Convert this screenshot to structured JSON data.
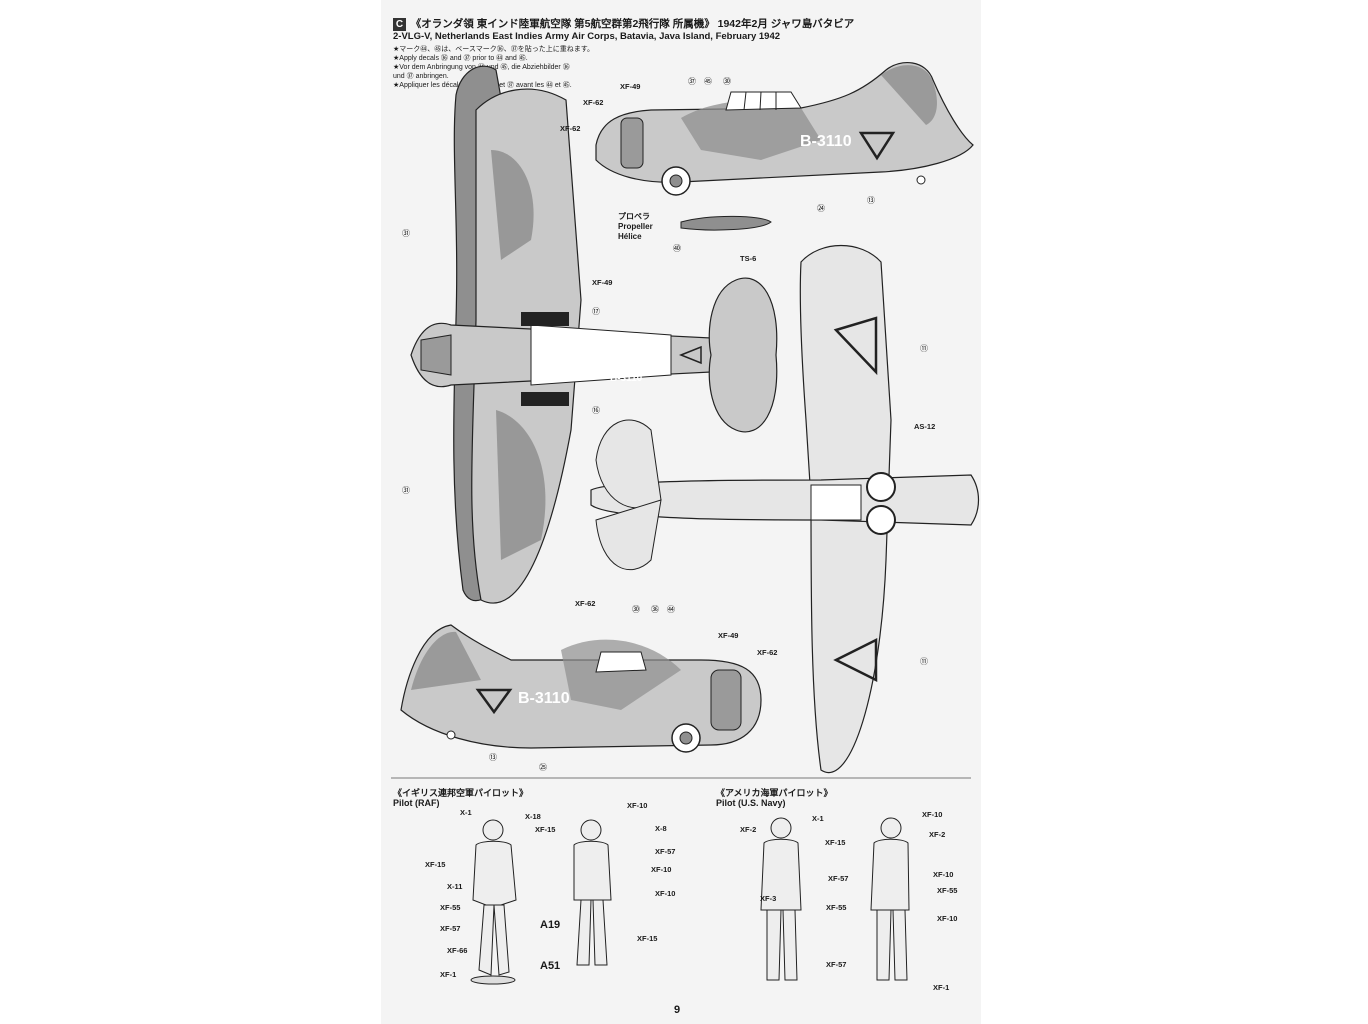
{
  "header": {
    "badge": "C",
    "title_jp": "《オランダ領 東インド陸軍航空隊 第5航空群第2飛行隊 所属機》 1942年2月 ジャワ島バタビア",
    "title_en": "2-VLG-V, Netherlands East Indies Army Air Corps, Batavia, Java Island, February 1942",
    "notes": [
      "★マーク㊹、㊺は、ベースマーク㊱、㊲を貼った上に重ねます。",
      "★Apply decals ㊱ and ㊲ prior to ㊹ and ㊺.",
      "★Vor dem Anbringung von ㊹ und ㊺, die Abziehbilder ㊱",
      "und ㊲ anbringen.",
      "★Appliquer les décalcomanies ㊱ et ㊲ avant les ㊹ et ㊺."
    ]
  },
  "aircraft": {
    "serial": "B-3110",
    "serial_mirror": "B-3110"
  },
  "propeller": {
    "jp": "プロペラ",
    "en": "Propeller",
    "fr": "Hélice",
    "color": "TS-6",
    "decal": "㊵"
  },
  "paint_callouts": {
    "top_xf49": "XF-49",
    "top_xf62a": "XF-62",
    "top_xf62b": "XF-62",
    "plan_xf49": "XF-49",
    "plan_xf62": "XF-62",
    "under_as12": "AS-12",
    "bottom_xf49": "XF-49",
    "bottom_xf62": "XF-62"
  },
  "decal_callouts": {
    "d37": "㊲",
    "d45": "㊺",
    "d30": "㉚",
    "d24": "㉔",
    "d13a": "⑬",
    "d31a": "㉛",
    "d17": "⑰",
    "d16": "⑯",
    "d31b": "㉛",
    "d11a": "⑪",
    "d11b": "⑪",
    "d30b": "㉚",
    "d36": "㊱",
    "d44": "㊹",
    "d13b": "⑬",
    "d25": "㉕"
  },
  "pilots": {
    "raf_jp": "《イギリス連邦空軍パイロット》",
    "raf_en": "Pilot (RAF)",
    "usn_jp": "《アメリカ海軍パイロット》",
    "usn_en": "Pilot (U.S. Navy)",
    "raf_front": [
      "X-1",
      "X-18",
      "XF-15",
      "XF-15",
      "X-11",
      "XF-55",
      "XF-57",
      "XF-66",
      "XF-1"
    ],
    "raf_back": [
      "XF-10",
      "X-8",
      "XF-57",
      "XF-10",
      "XF-10",
      "XF-15"
    ],
    "usn_front": [
      "X-1",
      "XF-2",
      "XF-15",
      "XF-57",
      "XF-3",
      "XF-55",
      "XF-57"
    ],
    "usn_back": [
      "XF-10",
      "XF-2",
      "XF-10",
      "XF-55",
      "XF-10",
      "XF-1"
    ],
    "part_a19": "A19",
    "part_a51": "A51"
  },
  "page_number": "9",
  "colors": {
    "camo_light": "#c9c9c9",
    "camo_dark": "#8f8f8f",
    "underside": "#e6e6e6",
    "line": "#222222"
  }
}
